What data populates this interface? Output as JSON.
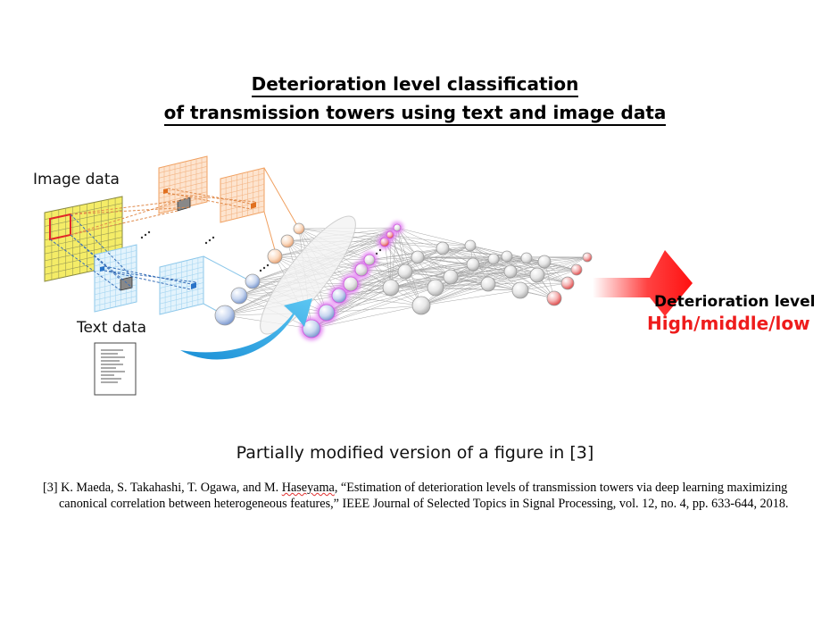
{
  "title": {
    "line1": "Deterioration level classification",
    "line2": "of transmission towers using text and image data"
  },
  "labels": {
    "image_data": "Image data",
    "text_data": "Text data",
    "deterioration_title": "Deterioration level",
    "deterioration_levels": "High/middle/low"
  },
  "caption": "Partially modified version of a figure in [3]",
  "reference": {
    "prefix": "[3] K. Maeda, S. Takahashi, T. Ogawa, and M. ",
    "underlined_name": "Haseyama",
    "rest": ", “Estimation of deterioration levels of transmission towers via deep learning maximizing canonical correlation between heterogeneous features,” IEEE Journal of Selected Topics in Signal Processing, vol. 12, no. 4, pp. 633-644, 2018."
  },
  "colors": {
    "image_path": "#f4c89a",
    "text_path": "#9fd3ef",
    "output_red": "#ee1c1c",
    "arrow_blue": "#1aa0e0",
    "node_gray": "#cfcfcf"
  }
}
